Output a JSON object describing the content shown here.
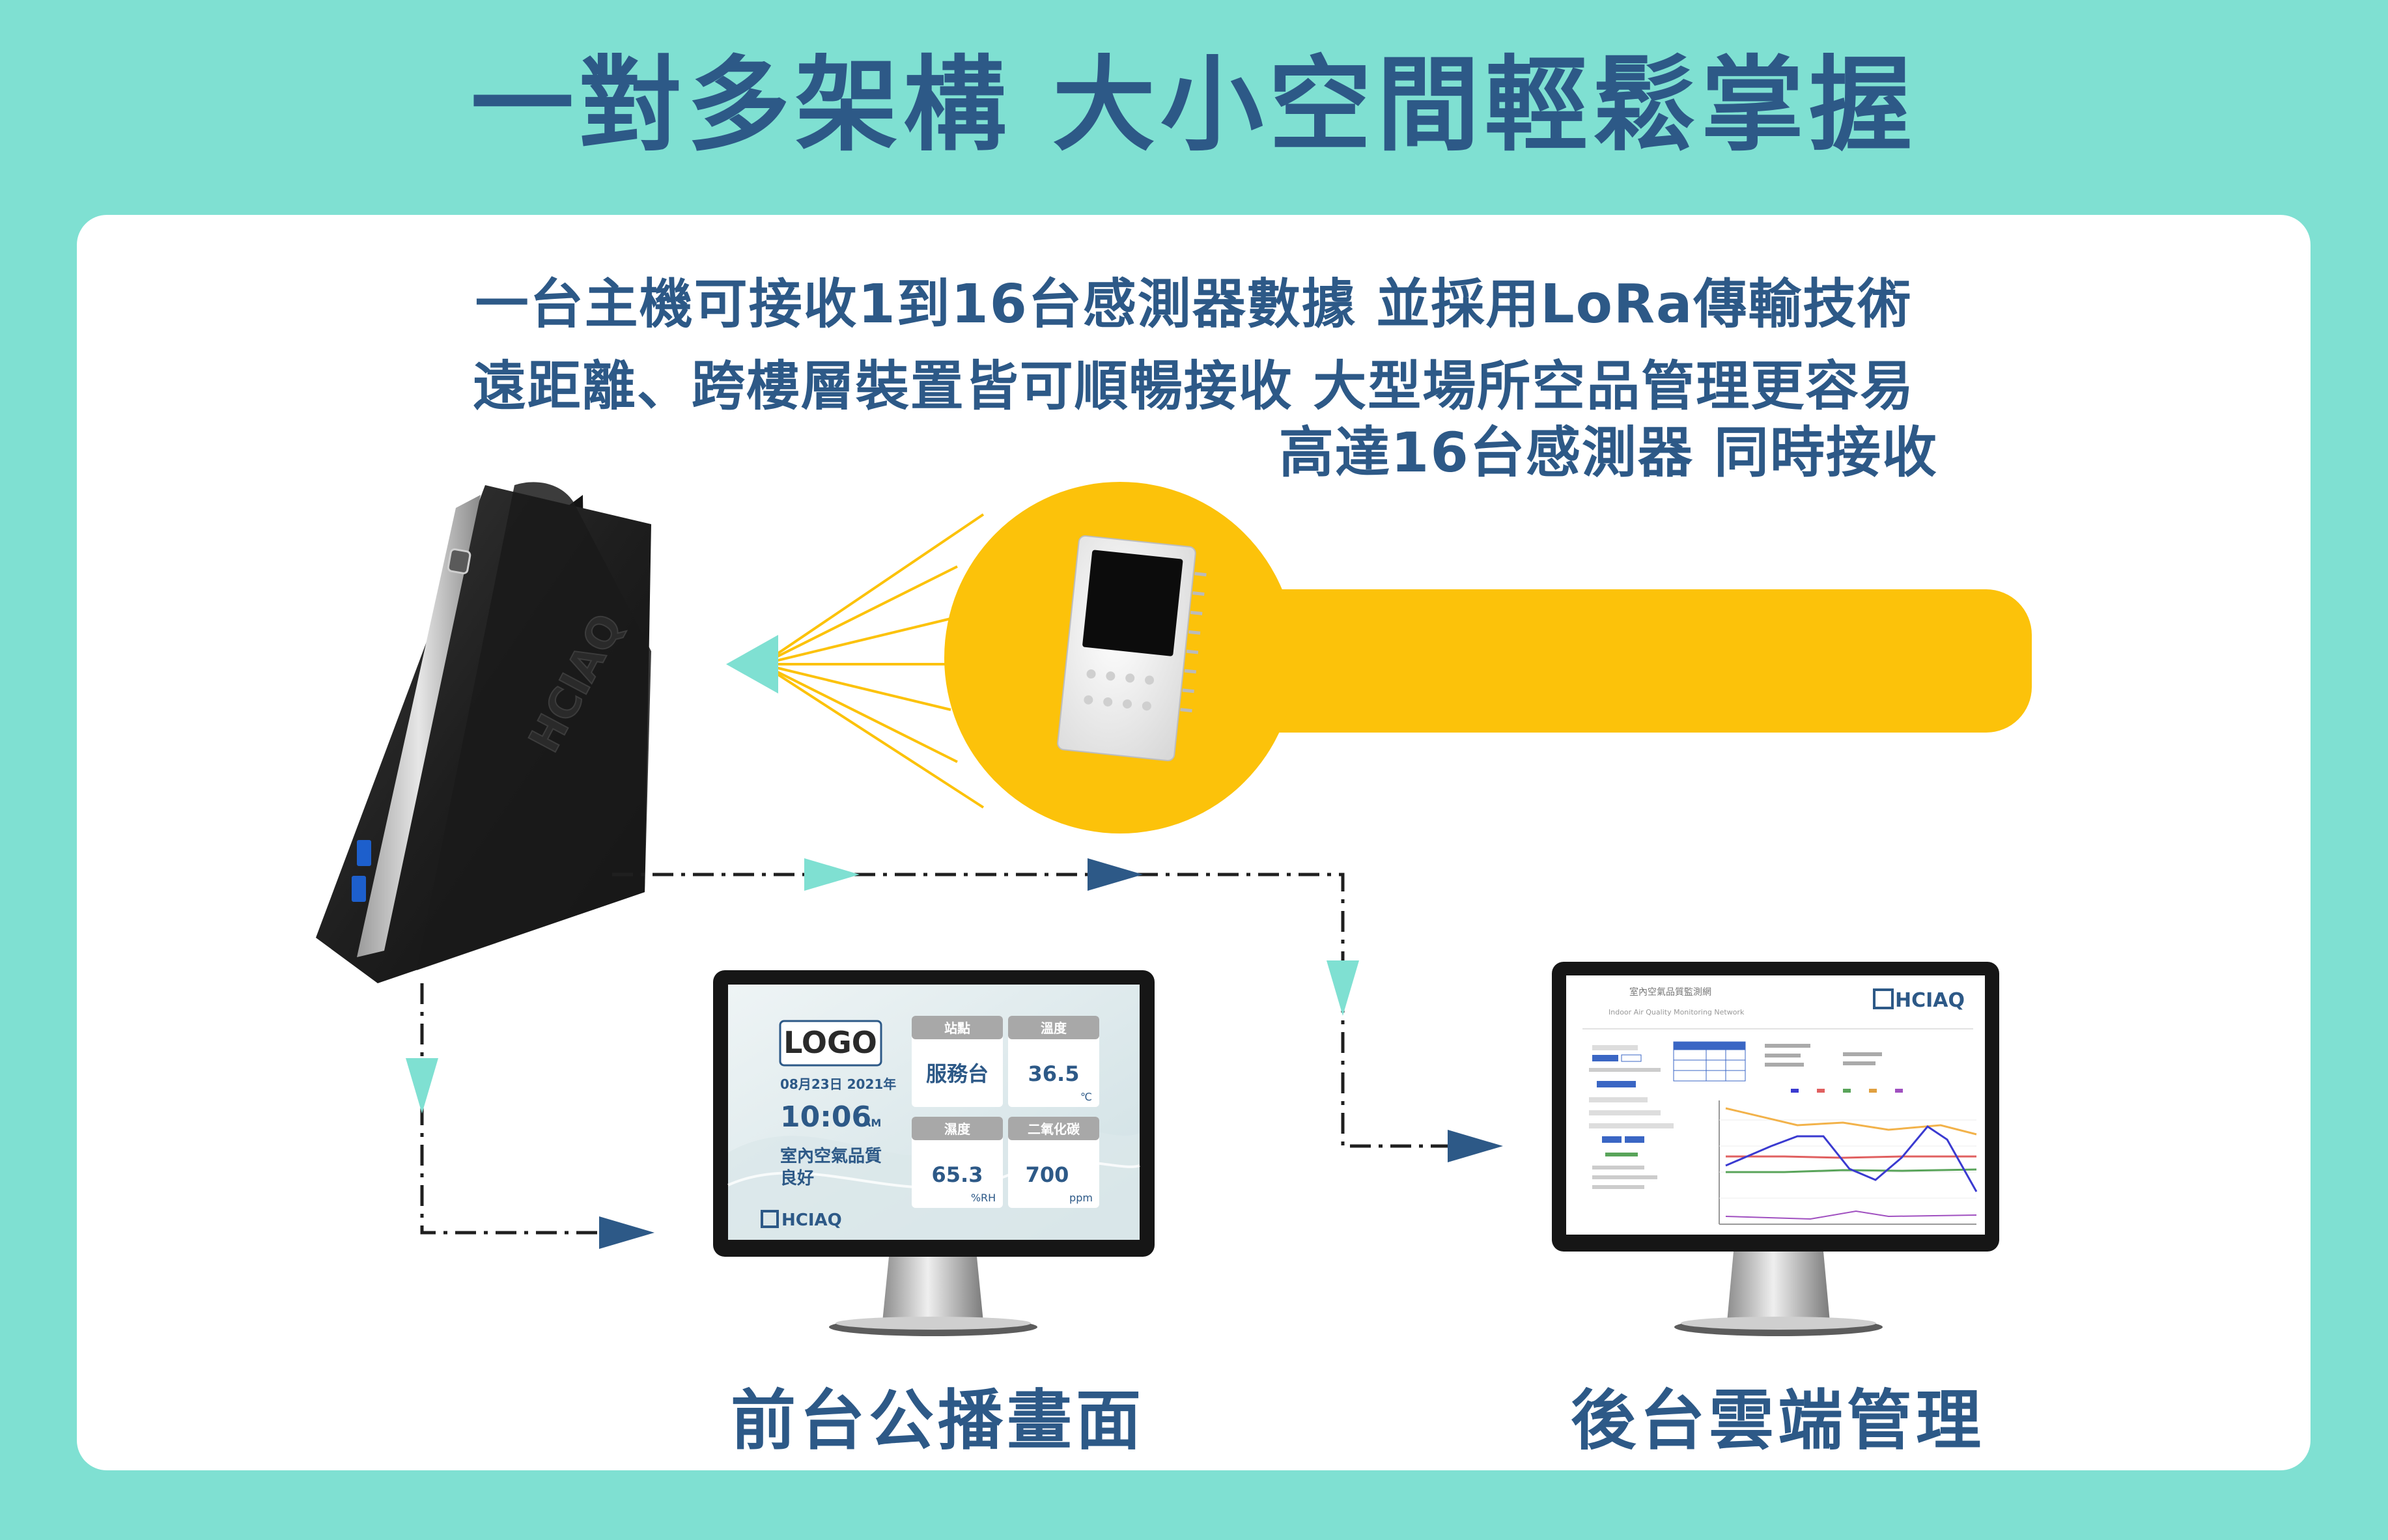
{
  "headline": "一對多架構 大小空間輕鬆掌握",
  "intro": {
    "line1": "一台主機可接收1到16台感測器數據  並採用LoRa傳輸技術",
    "line2": "遠距離、跨樓層裝置皆可順暢接收  大型場所空品管理更容易"
  },
  "gateway": {
    "brand": "HCIAQ"
  },
  "sensor_badge": {
    "text": "高達16台感測器 同時接收"
  },
  "front_display": {
    "logo": "LOGO",
    "date": "08月23日 2021年",
    "time": "10:06",
    "ampm": "AM",
    "status_label": "室內空氣品質",
    "status_value": "良好",
    "station_header": "站點",
    "station_value": "服務台",
    "temp_header": "溫度",
    "temp_value": "36.5",
    "temp_unit": "℃",
    "humidity_header": "濕度",
    "humidity_value": "65.3",
    "humidity_unit": "%RH",
    "co2_header": "二氧化碳",
    "co2_value": "700",
    "co2_unit": "ppm",
    "brand": "HCIAQ"
  },
  "back_display": {
    "title": "室內空氣品質監測網",
    "subtitle": "Indoor Air Quality Monitoring Network",
    "brand": "HCIAQ"
  },
  "captions": {
    "front": "前台公播畫面",
    "back": "後台雲端管理"
  },
  "colors": {
    "background": "#7fe0d2",
    "navy": "#2d5987",
    "yellow": "#fcc20a",
    "teal": "#7fe0d2"
  }
}
